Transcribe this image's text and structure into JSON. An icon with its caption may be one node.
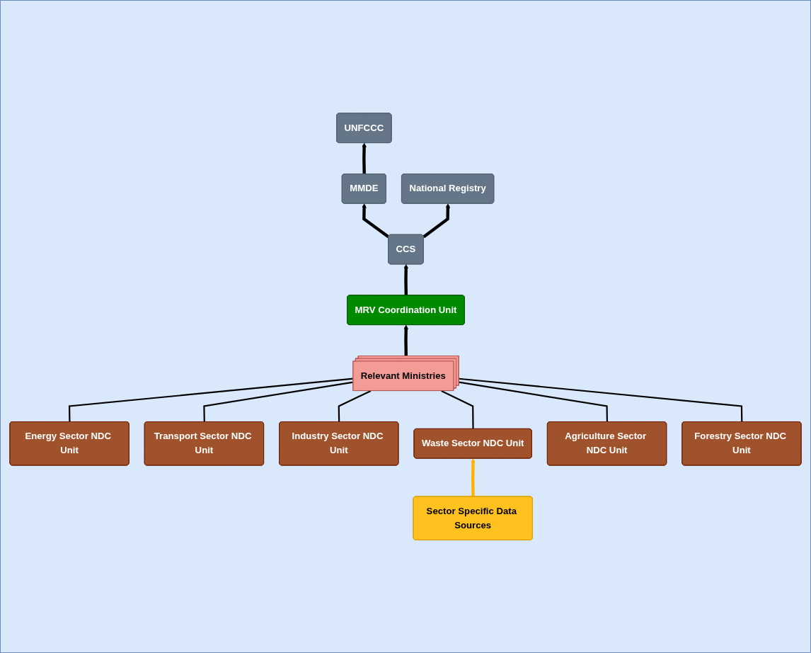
{
  "diagram": {
    "nodes": [
      {
        "text": [
          "UNFCCC"
        ]
      },
      {
        "text": [
          "MMDE"
        ]
      },
      {
        "text": [
          "CCS"
        ]
      },
      {
        "text": [
          "National Registry"
        ]
      },
      {
        "text": [
          "MRV Coordination Unit"
        ]
      },
      {
        "text": [
          "Relevant Ministries"
        ]
      },
      {
        "text": [
          "Energy Sector NDC Unit"
        ]
      },
      {
        "text": [
          "Transport Sector NDC Unit"
        ]
      },
      {
        "text": [
          "Industry Sector NDC Unit"
        ]
      },
      {
        "text": [
          "Waste Sector NDC Unit"
        ]
      },
      {
        "text": [
          "Agriculture Sector NDC Unit"
        ]
      },
      {
        "text": [
          "Forestry Sector NDC Unit"
        ]
      },
      {
        "text": [
          "Sector Specific Data Sources"
        ]
      }
    ],
    "edges": [
      {
        "from": 1,
        "to": 0,
        "arrow": "to",
        "style": "thick"
      },
      {
        "from": 2,
        "to": 1,
        "arrow": "to",
        "style": "thick"
      },
      {
        "from": 2,
        "to": 3,
        "arrow": "to",
        "style": "thick"
      },
      {
        "from": 4,
        "to": 2,
        "arrow": "to",
        "style": "thick"
      },
      {
        "from": 5,
        "to": 4,
        "arrow": "to",
        "style": "thick"
      },
      {
        "from": 6,
        "to": 5,
        "arrow": "none"
      },
      {
        "from": 7,
        "to": 5,
        "arrow": "none"
      },
      {
        "from": 8,
        "to": 5,
        "arrow": "none"
      },
      {
        "from": 9,
        "to": 5,
        "arrow": "none"
      },
      {
        "from": 10,
        "to": 5,
        "arrow": "none"
      },
      {
        "from": 11,
        "to": 5,
        "arrow": "none"
      },
      {
        "from": 12,
        "to": 9,
        "arrow": "to",
        "style": "thick",
        "color": "#ffb300"
      }
    ]
  }
}
